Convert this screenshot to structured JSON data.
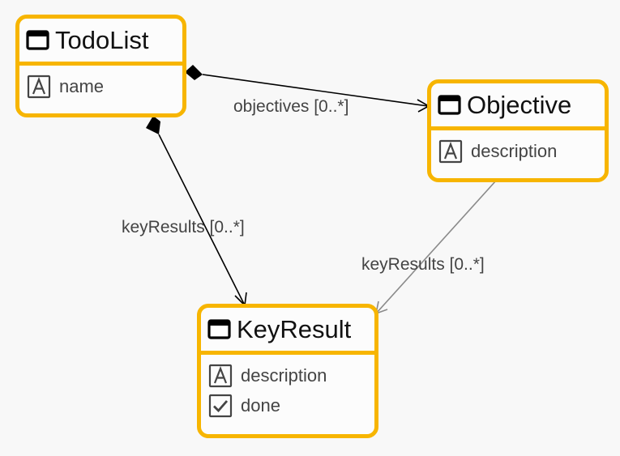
{
  "classes": {
    "todolist": {
      "name": "TodoList",
      "attributes": [
        {
          "name": "name",
          "icon": "text-attribute-icon"
        }
      ]
    },
    "objective": {
      "name": "Objective",
      "attributes": [
        {
          "name": "description",
          "icon": "text-attribute-icon"
        }
      ]
    },
    "keyresult": {
      "name": "KeyResult",
      "attributes": [
        {
          "name": "description",
          "icon": "text-attribute-icon"
        },
        {
          "name": "done",
          "icon": "checkbox-attribute-icon"
        }
      ]
    }
  },
  "relations": {
    "objectives": {
      "label": "objectives [0..*]",
      "kind": "composition",
      "source": "TodoList",
      "target": "Objective"
    },
    "todolist_keyresults": {
      "label": "keyResults [0..*]",
      "kind": "composition",
      "source": "TodoList",
      "target": "KeyResult"
    },
    "objective_keyresults": {
      "label": "keyResults [0..*]",
      "kind": "reference",
      "source": "Objective",
      "target": "KeyResult"
    }
  },
  "colors": {
    "node_border": "#f7b500",
    "composition_edge": "#000000",
    "reference_edge": "#8a8a8a",
    "label_text": "#444444"
  }
}
